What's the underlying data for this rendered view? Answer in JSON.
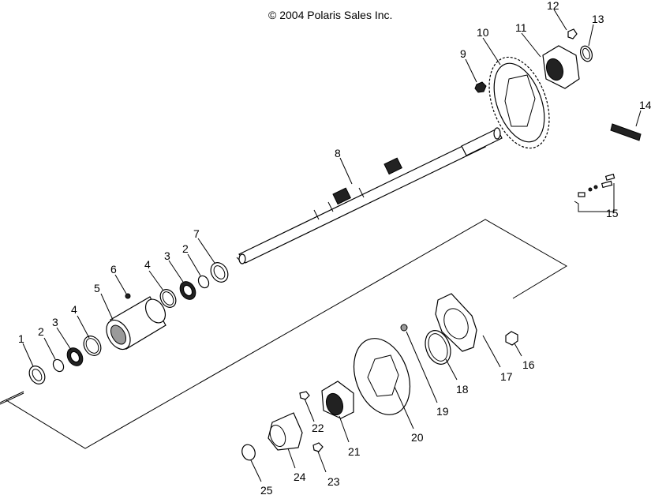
{
  "copyright": "© 2004 Polaris Sales Inc.",
  "callouts": {
    "c1": "1",
    "c2a": "2",
    "c2b": "2",
    "c3a": "3",
    "c3b": "3",
    "c4a": "4",
    "c4b": "4",
    "c5": "5",
    "c6": "6",
    "c7": "7",
    "c8": "8",
    "c9": "9",
    "c10": "10",
    "c11": "11",
    "c12": "12",
    "c13": "13",
    "c14": "14",
    "c15": "15",
    "c16": "16",
    "c17": "17",
    "c18": "18",
    "c19": "19",
    "c20": "20",
    "c21": "21",
    "c22": "22",
    "c23": "23",
    "c24": "24",
    "c25": "25"
  }
}
